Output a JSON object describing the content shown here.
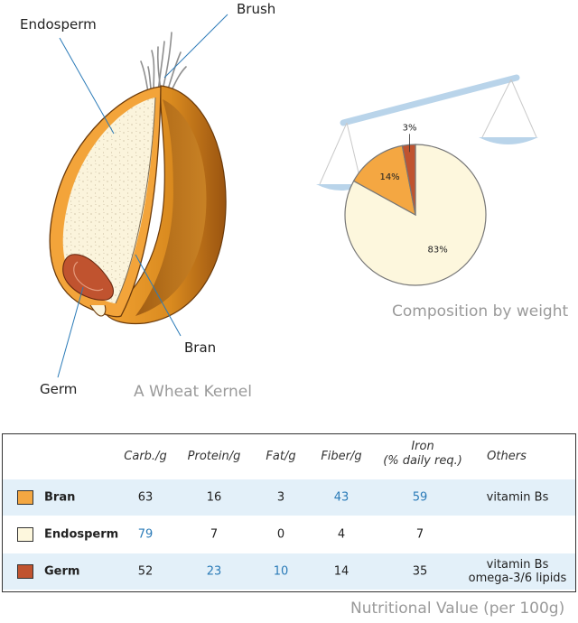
{
  "kernel": {
    "labels": {
      "endosperm": "Endosperm",
      "brush": "Brush",
      "bran": "Bran",
      "germ": "Germ"
    },
    "caption": "A Wheat Kernel"
  },
  "composition": {
    "caption": "Composition by weight",
    "slices": [
      {
        "part": "Endosperm",
        "percent": 83,
        "label": "83%",
        "color": "#fdf7dd"
      },
      {
        "part": "Bran",
        "percent": 14,
        "label": "14%",
        "color": "#f4a742"
      },
      {
        "part": "Germ",
        "percent": 3,
        "label": "3%",
        "color": "#c0532f"
      }
    ]
  },
  "table": {
    "caption": "Nutritional Value (per 100g)",
    "headers": [
      "Carb./g",
      "Protein/g",
      "Fat/g",
      "Fiber/g",
      "Iron",
      "(% daily req.)",
      "Others"
    ],
    "rows": [
      {
        "name": "Bran",
        "color": "#f4a742",
        "values": [
          "63",
          "16",
          "3",
          "43",
          "59"
        ],
        "others": [
          "vitamin Bs",
          ""
        ],
        "highlight": [
          false,
          false,
          false,
          true,
          true
        ]
      },
      {
        "name": "Endosperm",
        "color": "#fdf7dd",
        "values": [
          "79",
          "7",
          "0",
          "4",
          "7"
        ],
        "others": [
          "",
          ""
        ],
        "highlight": [
          true,
          false,
          false,
          false,
          false
        ]
      },
      {
        "name": "Germ",
        "color": "#c0532f",
        "values": [
          "52",
          "23",
          "10",
          "14",
          "35"
        ],
        "others": [
          "vitamin Bs",
          "omega-3/6 lipids"
        ],
        "highlight": [
          false,
          true,
          true,
          false,
          false
        ]
      }
    ]
  },
  "colors": {
    "highlight_text": "#2b7bb8",
    "leader_line": "#2b7bb8",
    "scale": "#b9d4ea",
    "row_alt": "#e3f0f9"
  }
}
